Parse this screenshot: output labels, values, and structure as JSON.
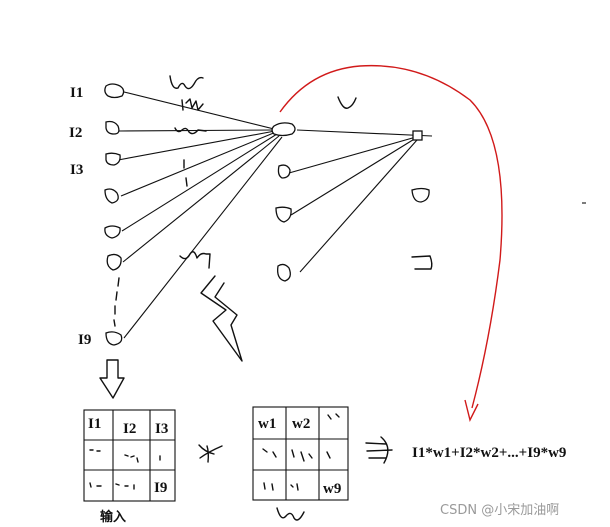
{
  "input_labels": {
    "i1": "I1",
    "i2": "I2",
    "i3": "I3",
    "i9": "I9"
  },
  "input_grid_cells": {
    "c1": "I1",
    "c2": "I2",
    "c3": "I3",
    "c9": "I9"
  },
  "input_caption": "输入",
  "weight_grid_cells": {
    "w1": "w1",
    "w2": "w2",
    "w9": "w9"
  },
  "formula": "I1*w1+I2*w2+...+I9*w9",
  "watermark": "CSDN @小宋加油啊",
  "colors": {
    "ink": "#111111",
    "arrow_red": "#d11a1a",
    "watermark": "#9a9a9a"
  }
}
